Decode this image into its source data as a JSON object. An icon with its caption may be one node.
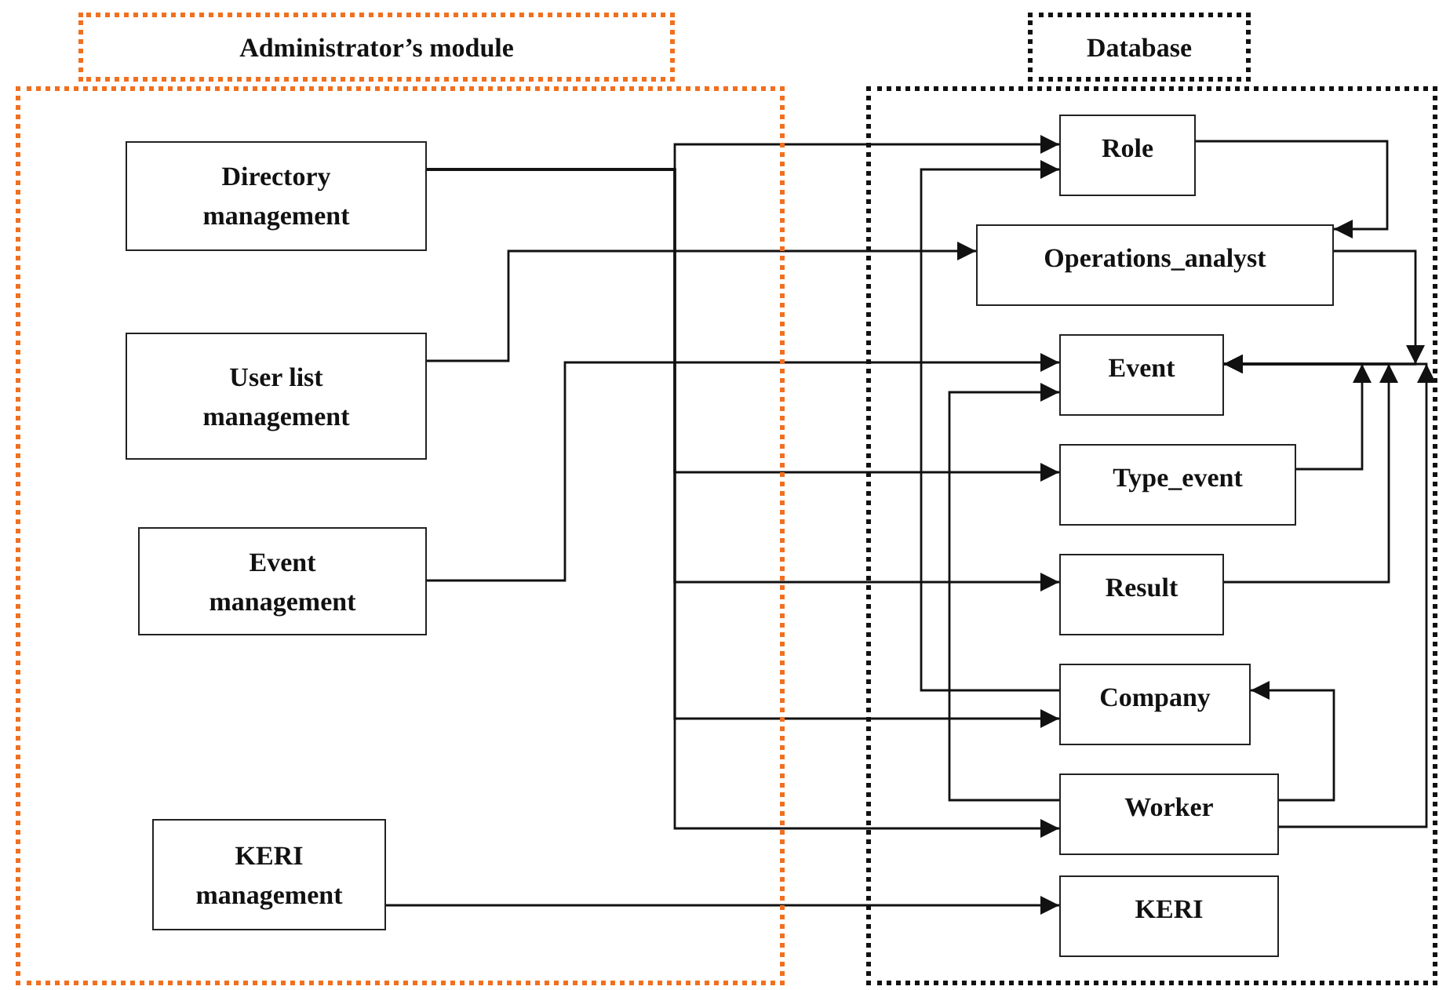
{
  "diagram": {
    "nodes": [
      {
        "text": [
          "Administrator’s module"
        ]
      },
      {
        "text": [
          "Directory management"
        ],
        "in": 0
      },
      {
        "text": [
          "User list management"
        ],
        "in": 0
      },
      {
        "text": [
          "Event management"
        ],
        "in": 0
      },
      {
        "text": [
          "KERI management"
        ],
        "in": 0
      },
      {
        "text": [
          "Database"
        ]
      },
      {
        "text": [
          "Role"
        ],
        "in": 5
      },
      {
        "text": [
          "Operations_analyst"
        ],
        "in": 5
      },
      {
        "text": [
          "Event"
        ],
        "in": 5
      },
      {
        "text": [
          "Type_event"
        ],
        "in": 5
      },
      {
        "text": [
          "Result"
        ],
        "in": 5
      },
      {
        "text": [
          "Company"
        ],
        "in": 5
      },
      {
        "text": [
          "Worker"
        ],
        "in": 5
      },
      {
        "text": [
          "KERI"
        ],
        "in": 5
      }
    ],
    "edges": [
      {
        "from": 1,
        "to": 6,
        "arrow": "to"
      },
      {
        "from": 1,
        "to": 9,
        "arrow": "to"
      },
      {
        "from": 1,
        "to": 10,
        "arrow": "to"
      },
      {
        "from": 1,
        "to": 11,
        "arrow": "to"
      },
      {
        "from": 1,
        "to": 12,
        "arrow": "to"
      },
      {
        "from": 2,
        "to": 7,
        "arrow": "to"
      },
      {
        "from": 3,
        "to": 8,
        "arrow": "to"
      },
      {
        "from": 4,
        "to": 13,
        "arrow": "to"
      },
      {
        "from": 6,
        "to": 7,
        "arrow": "to"
      },
      {
        "from": 7,
        "to": 8,
        "arrow": "to"
      },
      {
        "from": 9,
        "to": 8,
        "arrow": "to"
      },
      {
        "from": 10,
        "to": 8,
        "arrow": "to"
      },
      {
        "from": 12,
        "to": 8,
        "arrow": "to"
      },
      {
        "from": 11,
        "to": 6,
        "arrow": "to"
      },
      {
        "from": 12,
        "to": 8,
        "arrow": "to"
      },
      {
        "from": 12,
        "to": 11,
        "arrow": "to"
      }
    ]
  }
}
